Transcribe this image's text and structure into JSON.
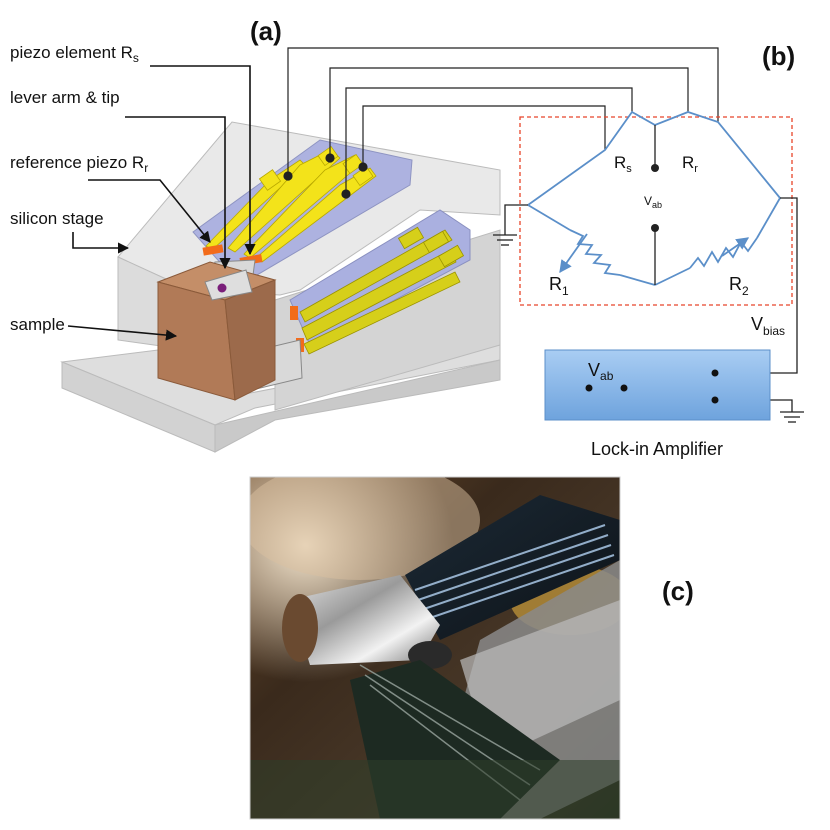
{
  "panel_labels": {
    "a": "(a)",
    "b": "(b)",
    "c": "(c)"
  },
  "labels": {
    "piezo_element": {
      "text": "piezo element  R",
      "sub": "s"
    },
    "lever_arm": {
      "text": "lever arm & tip"
    },
    "reference_piezo": {
      "text": "reference piezo R",
      "sub": "r"
    },
    "silicon_stage": {
      "text": "silicon stage"
    },
    "sample": {
      "text": "sample"
    }
  },
  "circuit": {
    "rs": {
      "main": "R",
      "sub": "s"
    },
    "rr": {
      "main": "R",
      "sub": "r"
    },
    "vab_top": {
      "main": "V",
      "sub": "ab"
    },
    "r1": {
      "main": "R",
      "sub": "1"
    },
    "r2": {
      "main": "R",
      "sub": "2"
    },
    "vbias": {
      "main": "V",
      "sub": "bias"
    },
    "vab_amp": {
      "main": "V",
      "sub": "ab"
    },
    "amplifier_label": "Lock-in Amplifier"
  },
  "colors": {
    "bridge_line": "#5b8fc9",
    "dashed_box": "#e8452a",
    "amplifier_fill": "#8fb9ea",
    "piezo_gold": "#f3e31a",
    "piezo_orange": "#f26b1b",
    "sample_brown": "#b17a57",
    "stage_gray": "#d8d8d8",
    "chip_blue": "#aab0e0"
  }
}
